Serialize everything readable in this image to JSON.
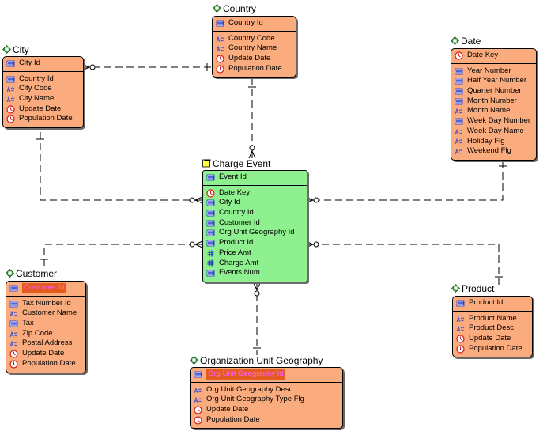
{
  "entities": {
    "country": {
      "title": "Country",
      "pk": [
        {
          "label": "Country Id",
          "icon": "id-number-icon"
        }
      ],
      "attrs": [
        {
          "label": "Country Code",
          "icon": "text-icon"
        },
        {
          "label": "Country Name",
          "icon": "text-icon"
        },
        {
          "label": "Update Date",
          "icon": "date-icon"
        },
        {
          "label": "Population Date",
          "icon": "date-icon"
        }
      ]
    },
    "city": {
      "title": "City",
      "pk": [
        {
          "label": "City Id",
          "icon": "id-number-icon"
        }
      ],
      "attrs": [
        {
          "label": "Country Id",
          "icon": "id-number-icon"
        },
        {
          "label": "City Code",
          "icon": "text-icon"
        },
        {
          "label": "City Name",
          "icon": "text-icon"
        },
        {
          "label": "Update Date",
          "icon": "date-icon"
        },
        {
          "label": "Population Date",
          "icon": "date-icon"
        }
      ]
    },
    "date": {
      "title": "Date",
      "pk": [
        {
          "label": "Date Key",
          "icon": "date-icon"
        }
      ],
      "attrs": [
        {
          "label": "Year Number",
          "icon": "id-number-icon"
        },
        {
          "label": "Half Year Number",
          "icon": "id-number-icon"
        },
        {
          "label": "Quarter Number",
          "icon": "id-number-icon"
        },
        {
          "label": "Month Number",
          "icon": "id-number-icon"
        },
        {
          "label": "Month Name",
          "icon": "text-icon"
        },
        {
          "label": "Week Day Number",
          "icon": "id-number-icon"
        },
        {
          "label": "Week Day Name",
          "icon": "text-icon"
        },
        {
          "label": "Holiday Flg",
          "icon": "text-icon"
        },
        {
          "label": "Weekend Flg",
          "icon": "text-icon"
        }
      ]
    },
    "charge_event": {
      "title": "Charge Event",
      "pk": [
        {
          "label": "Event Id",
          "icon": "id-number-icon"
        }
      ],
      "attrs": [
        {
          "label": "Date Key",
          "icon": "date-icon"
        },
        {
          "label": "City Id",
          "icon": "id-number-icon"
        },
        {
          "label": "Country Id",
          "icon": "id-number-icon"
        },
        {
          "label": "Customer Id",
          "icon": "id-number-icon"
        },
        {
          "label": "Org Unit Geography Id",
          "icon": "id-number-icon"
        },
        {
          "label": "Product Id",
          "icon": "id-number-icon"
        },
        {
          "label": "Price Amt",
          "icon": "hash-icon"
        },
        {
          "label": "Charge Amt",
          "icon": "hash-icon"
        },
        {
          "label": "Events Num",
          "icon": "id-number-icon"
        }
      ]
    },
    "customer": {
      "title": "Customer",
      "pk": [
        {
          "label": "Customer Id",
          "icon": "id-number-icon"
        }
      ],
      "attrs": [
        {
          "label": "Tax Number Id",
          "icon": "id-number-icon"
        },
        {
          "label": "Customer Name",
          "icon": "text-icon"
        },
        {
          "label": "Tax",
          "icon": "id-number-icon"
        },
        {
          "label": "Zip Code",
          "icon": "text-icon"
        },
        {
          "label": "Postal Address",
          "icon": "text-icon"
        },
        {
          "label": "Update Date",
          "icon": "date-icon"
        },
        {
          "label": "Population Date",
          "icon": "date-icon"
        }
      ]
    },
    "product": {
      "title": "Product",
      "pk": [
        {
          "label": "Product Id",
          "icon": "id-number-icon"
        }
      ],
      "attrs": [
        {
          "label": "Product Name",
          "icon": "text-icon"
        },
        {
          "label": "Product Desc",
          "icon": "text-icon"
        },
        {
          "label": "Update Date",
          "icon": "date-icon"
        },
        {
          "label": "Population Date",
          "icon": "date-icon"
        }
      ]
    },
    "org_unit_geography": {
      "title": "Organization Unit Geography",
      "pk": [
        {
          "label": "Org Unit Geography Id",
          "icon": "id-number-icon"
        }
      ],
      "attrs": [
        {
          "label": "Org Unit Geography Desc",
          "icon": "text-icon"
        },
        {
          "label": "Org Unit Geography Type Flg",
          "icon": "text-icon"
        },
        {
          "label": "Update Date",
          "icon": "date-icon"
        },
        {
          "label": "Population Date",
          "icon": "date-icon"
        }
      ]
    }
  },
  "colors": {
    "dimension_fill": "#fbac7e",
    "fact_fill": "#8ef08e",
    "id_icon": "#1a2ec8",
    "text_icon": "#3048d8",
    "date_icon": "#d01818",
    "highlight_bg": "#e45b20",
    "highlight_text": "#ff5fff"
  }
}
